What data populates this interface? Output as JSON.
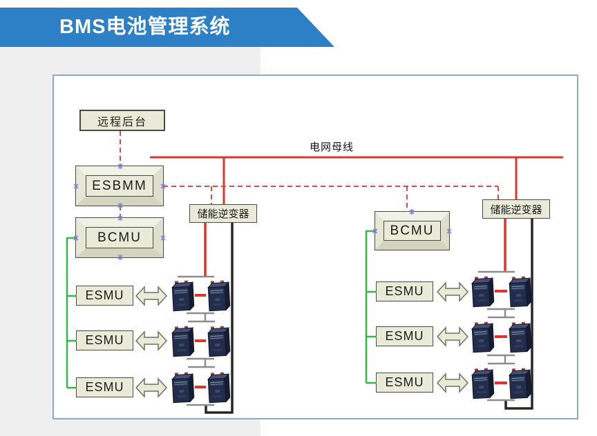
{
  "title": {
    "banner": "BMS电池管理系统"
  },
  "diagram": {
    "busbar_label": "电网母线",
    "remote_backend": "远程后台",
    "esbmm": "ESBMM",
    "bcmu": "BCMU",
    "esmu": "ESMU",
    "inverter": "储能逆变器"
  },
  "colors": {
    "banner_blue": "#2d80c6",
    "box_fill": "#e9ebd8",
    "box_border": "#4a4a42",
    "line_red_solid": "#e0342b",
    "line_red_dashed": "#c9534b",
    "line_green": "#35b44a",
    "line_gray": "#8c8c8c",
    "line_black": "#262626",
    "battery_navy": "#232c49",
    "container_border": "#8ca9c6",
    "page_gray": "#efefef"
  }
}
